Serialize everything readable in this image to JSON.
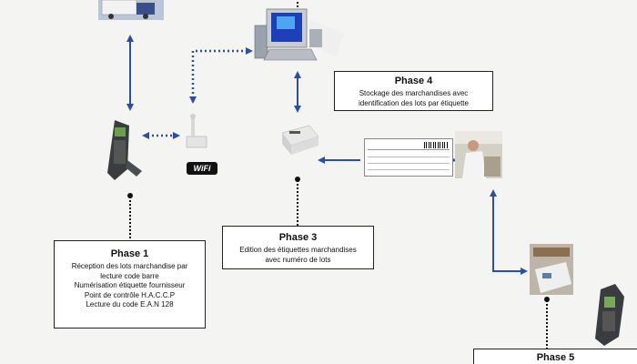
{
  "phase1": {
    "title": "Phase 1",
    "lines": [
      "Réception des lots marchandise par",
      "lecture code barre",
      "Numérisation étiquette fournisseur",
      "Point de contrôle H.A.C.C.P",
      "Lecture du code E.A.N 128"
    ]
  },
  "phase3": {
    "title": "Phase 3",
    "lines": [
      "Edition des étiquettes marchandises",
      "avec numéro de lots"
    ]
  },
  "phase4": {
    "title": "Phase 4",
    "lines": [
      "Stockage des marchandises avec",
      "identification des lots par étiquette"
    ]
  },
  "phase5": {
    "title": "Phase 5"
  },
  "wifi": {
    "text": "WiFi"
  },
  "colors": {
    "arrow": "#2b4fa8",
    "box_border": "#222222"
  },
  "icons": [
    "truck-icon",
    "computer-icon",
    "barcode-scanner-icon",
    "wifi-router-icon",
    "label-printer-icon",
    "worker-photo-icon",
    "scanner-icon"
  ]
}
